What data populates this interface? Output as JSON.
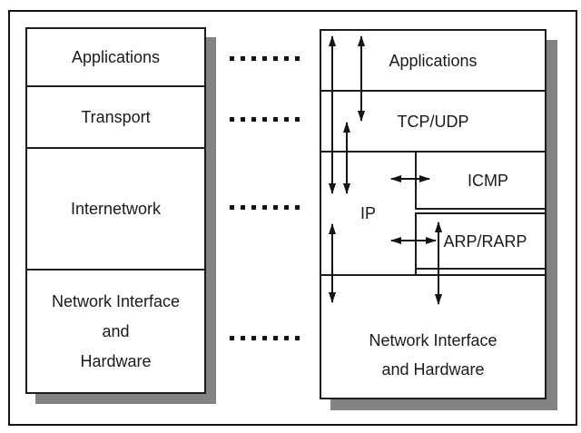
{
  "colors": {
    "line": "#1c1c1c",
    "text": "#1a1a1a",
    "shadow": "#838383",
    "background": "#ffffff"
  },
  "left_stack": {
    "layers": {
      "applications": "Applications",
      "transport": "Transport",
      "internetwork": "Internetwork",
      "network_interface": {
        "line1": "Network Interface",
        "line2": "and",
        "line3": "Hardware"
      }
    }
  },
  "right_stack": {
    "applications": "Applications",
    "tcp_udp": "TCP/UDP",
    "ip": "IP",
    "icmp": "ICMP",
    "arp_rarp": "ARP/RARP",
    "network_interface": {
      "line1": "Network Interface",
      "line2": "and Hardware"
    }
  },
  "connections": {
    "arrows": [
      {
        "from": "Applications",
        "to": "IP",
        "type": "bidirectional"
      },
      {
        "from": "Applications",
        "to": "TCP/UDP",
        "type": "bidirectional"
      },
      {
        "from": "TCP/UDP",
        "to": "IP",
        "type": "bidirectional"
      },
      {
        "from": "IP",
        "to": "ICMP",
        "type": "bidirectional"
      },
      {
        "from": "IP",
        "to": "ARP/RARP",
        "type": "bidirectional"
      },
      {
        "from": "IP",
        "to": "Network Interface and Hardware",
        "type": "bidirectional"
      },
      {
        "from": "ARP/RARP",
        "to": "Network Interface and Hardware",
        "type": "bidirectional"
      }
    ],
    "dotted_correspondences": [
      [
        "Applications",
        "Applications"
      ],
      [
        "Transport",
        "TCP/UDP"
      ],
      [
        "Internetwork",
        "IP"
      ],
      [
        "Network Interface and Hardware",
        "Network Interface and Hardware"
      ]
    ]
  }
}
